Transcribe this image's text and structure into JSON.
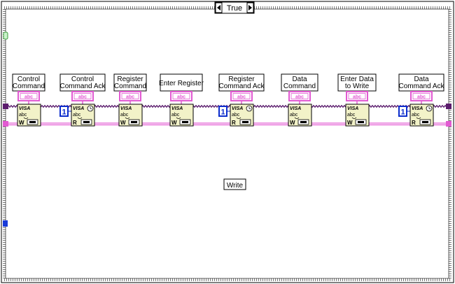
{
  "case_structure": {
    "selector_value": "True",
    "comment_label": "Write"
  },
  "string_constant_glyph": "abc",
  "numeric_constant": "1",
  "visa_glyph_text": "VISA",
  "visa_read_letter": "R",
  "visa_write_letter": "W",
  "steps": [
    {
      "label": [
        "Control",
        "Command"
      ],
      "mode": "write"
    },
    {
      "label": [
        "Control",
        "Command Ack"
      ],
      "mode": "read"
    },
    {
      "label": [
        "Register",
        "Command"
      ],
      "mode": "write"
    },
    {
      "label": [
        "Enter Register"
      ],
      "mode": "write"
    },
    {
      "label": [
        "Register",
        "Command Ack"
      ],
      "mode": "read"
    },
    {
      "label": [
        "Data",
        "Command"
      ],
      "mode": "write"
    },
    {
      "label": [
        "Enter Data",
        "to Write"
      ],
      "mode": "write"
    },
    {
      "label": [
        "Data",
        "Command Ack"
      ],
      "mode": "read"
    }
  ],
  "colors": {
    "string_wire": "#e25ad2",
    "resource_wire": "#5b1c6d",
    "numeric_blue": "#0b2ccc",
    "frame_border": "#000000",
    "node_fill": "#f2f2c8",
    "tunnel_green": "#6cd46c"
  }
}
